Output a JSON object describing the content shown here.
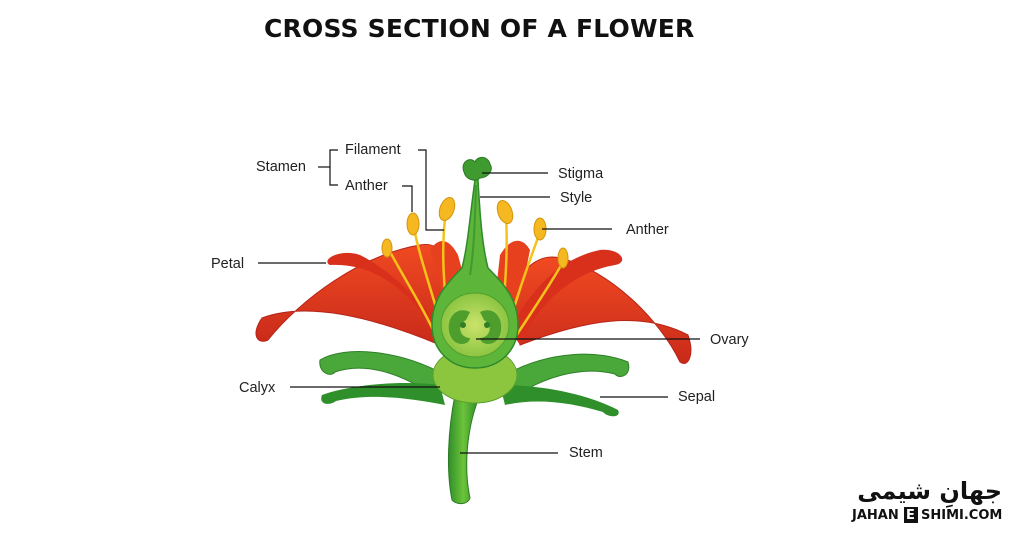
{
  "title": "CROSS SECTION OF A FLOWER",
  "labels": {
    "stamen": "Stamen",
    "filament": "Filament",
    "anther_left": "Anther",
    "stigma": "Stigma",
    "style": "Style",
    "anther_right": "Anther",
    "petal": "Petal",
    "ovary": "Ovary",
    "calyx": "Calyx",
    "sepal": "Sepal",
    "stem": "Stem"
  },
  "logo": {
    "persian": "جهانِ شیمی",
    "latin_left": "JAHAN",
    "latin_e": "E",
    "latin_right": "SHIMI.COM"
  },
  "colors": {
    "petal": "#e63b1e",
    "petal_dark": "#b8231a",
    "green": "#43a733",
    "green_light": "#a3cf3a",
    "anther": "#f6b820",
    "filament": "#f4c21a",
    "logo_badge": "#111111"
  }
}
